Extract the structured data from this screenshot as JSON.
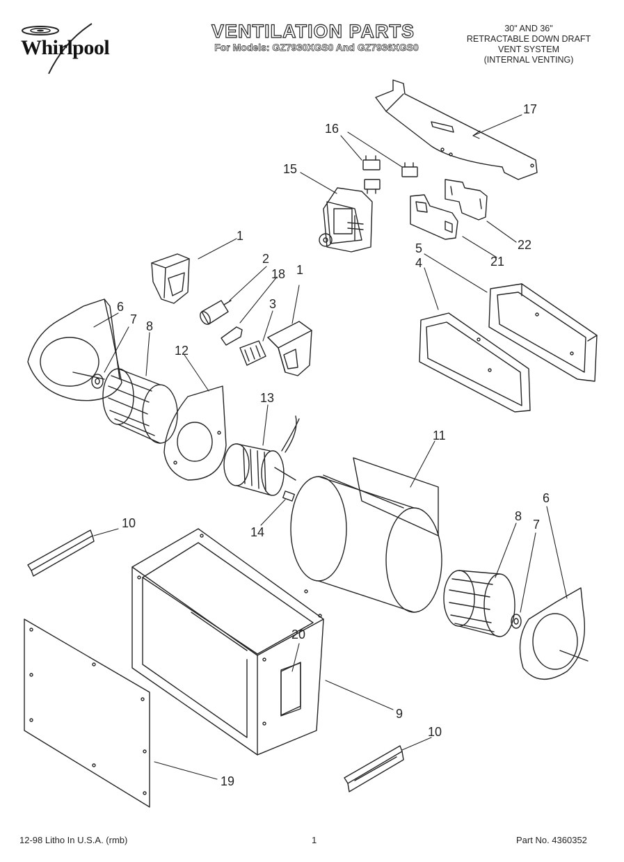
{
  "header": {
    "brand": "Whirlpool",
    "title": "VENTILATION PARTS",
    "subtitle": "For Models: GZ7930XGS0 And GZ7936XGS0",
    "spec_lines": [
      "30\" AND 36\"",
      "RETRACTABLE DOWN DRAFT",
      "VENT SYSTEM",
      "(INTERNAL VENTING)"
    ]
  },
  "callouts": {
    "c17": "17",
    "c16": "16",
    "c15": "15",
    "c22": "22",
    "c21": "21",
    "c5": "5",
    "c4": "4",
    "c1a": "1",
    "c2": "2",
    "c18": "18",
    "c1b": "1",
    "c3": "3",
    "c6a": "6",
    "c7a": "7",
    "c8a": "8",
    "c12": "12",
    "c13": "13",
    "c11": "11",
    "c14": "14",
    "c6b": "6",
    "c8b": "8",
    "c7b": "7",
    "c10a": "10",
    "c20": "20",
    "c9": "9",
    "c10b": "10",
    "c19": "19"
  },
  "footer": {
    "print_info": "12-98 Litho In U.S.A. (rmb)",
    "page_number": "1",
    "part_number": "Part No. 4360352"
  }
}
